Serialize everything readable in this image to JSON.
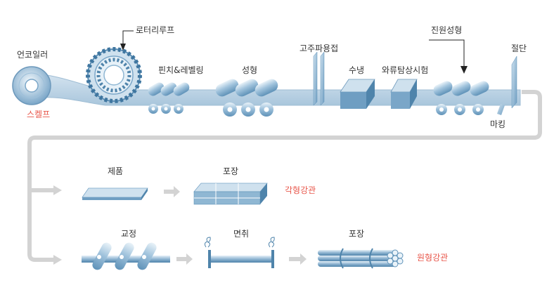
{
  "colors": {
    "steel_light": "#dce9f3",
    "steel_mid": "#8fb7d3",
    "steel_dark": "#4f84ab",
    "strip": "#b7cfe2",
    "flow_line": "#d3d3d3",
    "label": "#333333",
    "highlight_label": "#e8564a"
  },
  "upper_line": {
    "uncoiler": "언코일러",
    "skelp": "스켈프",
    "rotary_loop": "로터리루프",
    "pinch_leveling": "핀치&레벨링",
    "forming": "성형",
    "hf_welding": "고주파용접",
    "water_cooling": "수냉",
    "eddy_current_test": "와류탐상시험",
    "sizing": "진원성형",
    "marking": "마킹",
    "cutting": "절단"
  },
  "square_branch": {
    "product": "제품",
    "packing": "포장",
    "result": "각형강관"
  },
  "round_branch": {
    "straightening": "교정",
    "facing": "면취",
    "packing": "포장",
    "result": "원형강관"
  }
}
